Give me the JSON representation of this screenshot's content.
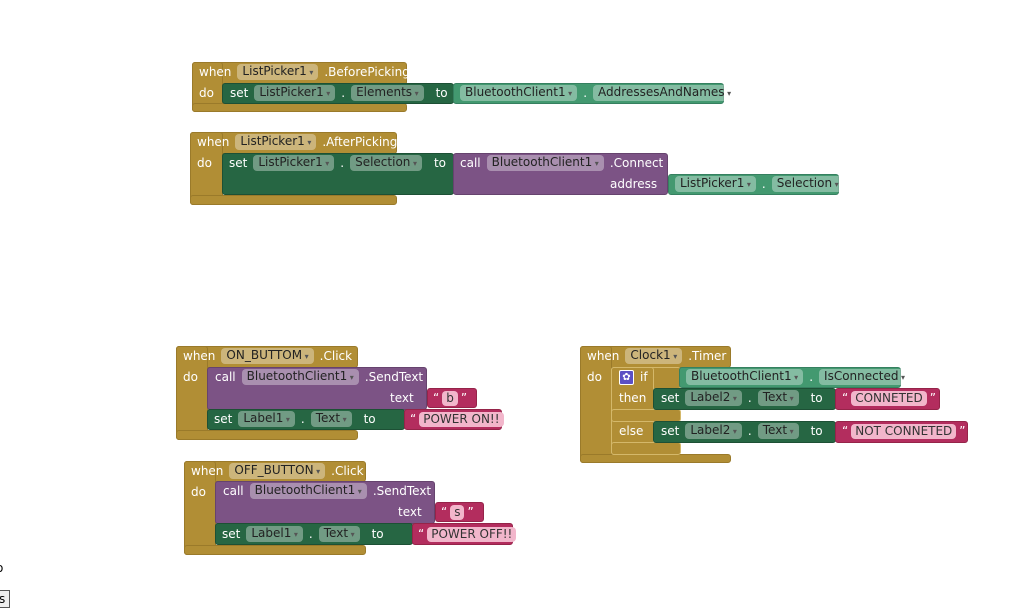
{
  "blocks": {
    "before": {
      "when": "when",
      "component": "ListPicker1",
      "event": ".BeforePicking",
      "do": "do",
      "set": "set",
      "set_comp": "ListPicker1",
      "dot": ".",
      "prop": "Elements",
      "to": "to",
      "get_comp": "BluetoothClient1",
      "get_prop": "AddressesAndNames"
    },
    "after": {
      "when": "when",
      "component": "ListPicker1",
      "event": ".AfterPicking",
      "do": "do",
      "set": "set",
      "set_comp": "ListPicker1",
      "dot": ".",
      "prop": "Selection",
      "to": "to",
      "call": "call",
      "call_comp": "BluetoothClient1",
      "method": ".Connect",
      "arg": "address",
      "get_comp": "ListPicker1",
      "get_prop": "Selection"
    },
    "on": {
      "when": "when",
      "component": "ON_BUTTOM",
      "event": ".Click",
      "do": "do",
      "call": "call",
      "call_comp": "BluetoothClient1",
      "method": ".SendText",
      "arg": "text",
      "arg_value": "b",
      "set": "set",
      "set_comp": "Label1",
      "dot": ".",
      "prop": "Text",
      "to": "to",
      "value": "POWER ON!!"
    },
    "off": {
      "when": "when",
      "component": "OFF_BUTTON",
      "event": ".Click",
      "do": "do",
      "call": "call",
      "call_comp": "BluetoothClient1",
      "method": ".SendText",
      "arg": "text",
      "arg_value": "s",
      "set": "set",
      "set_comp": "Label1",
      "dot": ".",
      "prop": "Text",
      "to": "to",
      "value": "POWER OFF!!"
    },
    "clock": {
      "when": "when",
      "component": "Clock1",
      "event": ".Timer",
      "do": "do",
      "if": "if",
      "then": "then",
      "else": "else",
      "cond_comp": "BluetoothClient1",
      "cond_prop": "IsConnected",
      "dot": ".",
      "set": "set",
      "to": "to",
      "then_comp": "Label2",
      "then_prop": "Text",
      "then_value": "CONNETED",
      "else_comp": "Label2",
      "else_prop": "Text",
      "else_value": "NOT CONNETED"
    }
  },
  "edge": {
    "text": "o",
    "button": "s"
  },
  "quote": "“",
  "quote_end": "”"
}
